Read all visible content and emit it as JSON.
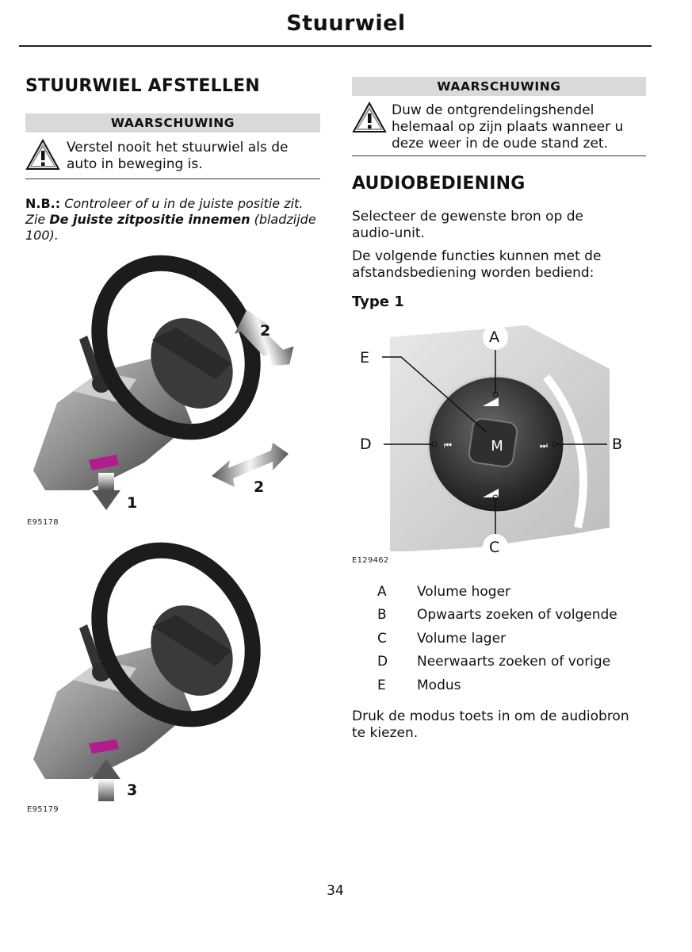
{
  "header": {
    "title": "Stuurwiel"
  },
  "left": {
    "heading": "STUURWIEL AFSTELLEN",
    "warning": {
      "label": "WAARSCHUWING",
      "text_line1": "Verstel nooit het stuurwiel als de",
      "text_line2": "auto in beweging is."
    },
    "note": {
      "prefix": "N.B.:",
      "line1": " Controleer of u in de juiste positie zit.",
      "line2_pre": "Zie ",
      "line2_bold": "De juiste zitpositie innemen",
      "line2_post": " (bladzijde",
      "line3": "100)."
    },
    "figure1": {
      "code": "E95178",
      "label_1": "1",
      "label_2a": "2",
      "label_2b": "2"
    },
    "figure2": {
      "code": "E95179",
      "label_3": "3"
    }
  },
  "right": {
    "warning": {
      "label": "WAARSCHUWING",
      "line1": "Duw de ontgrendelingshendel",
      "line2": "helemaal op zijn plaats wanneer u",
      "line3": "deze weer in de oude stand zet."
    },
    "heading": "AUDIOBEDIENING",
    "para1_line1": "Selecteer de gewenste bron op de",
    "para1_line2": "audio-unit.",
    "para2_line1": "De volgende functies kunnen met de",
    "para2_line2": "afstandsbediening worden bediend:",
    "subheading": "Type 1",
    "figure": {
      "code": "E129462",
      "callouts": {
        "a": "A",
        "b": "B",
        "c": "C",
        "d": "D",
        "e": "E"
      },
      "center_button": "M"
    },
    "legend": [
      {
        "key": "A",
        "value": "Volume hoger"
      },
      {
        "key": "B",
        "value": "Opwaarts zoeken of volgende"
      },
      {
        "key": "C",
        "value": "Volume lager"
      },
      {
        "key": "D",
        "value": "Neerwaarts zoeken of vorige"
      },
      {
        "key": "E",
        "value": "Modus"
      }
    ],
    "final_line1": "Druk de modus toets in om de audiobron",
    "final_line2": "te kiezen."
  },
  "footer": {
    "page_number": "34"
  }
}
